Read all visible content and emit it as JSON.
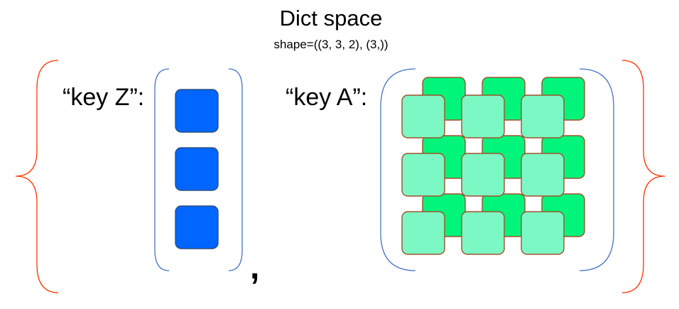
{
  "title": "Dict space",
  "subtitle": "shape=((3, 3, 2), (3,))",
  "separator": ",",
  "colors": {
    "outer_brace": "#ff3300",
    "inner_paren": "#4472c4",
    "box_blue": "#0066ff",
    "box_blue_stroke": "#2f4f7f",
    "box_green_back": "#00f57a",
    "box_green_front": "#7cf8c4",
    "box_green_stroke": "#a0522d"
  },
  "entries": [
    {
      "key_label": "“key Z”:",
      "shape": [
        3
      ],
      "icon": "blue-square-icon"
    },
    {
      "key_label": "“key A”:",
      "shape": [
        3,
        3,
        2
      ],
      "icon": "green-square-icon"
    }
  ]
}
